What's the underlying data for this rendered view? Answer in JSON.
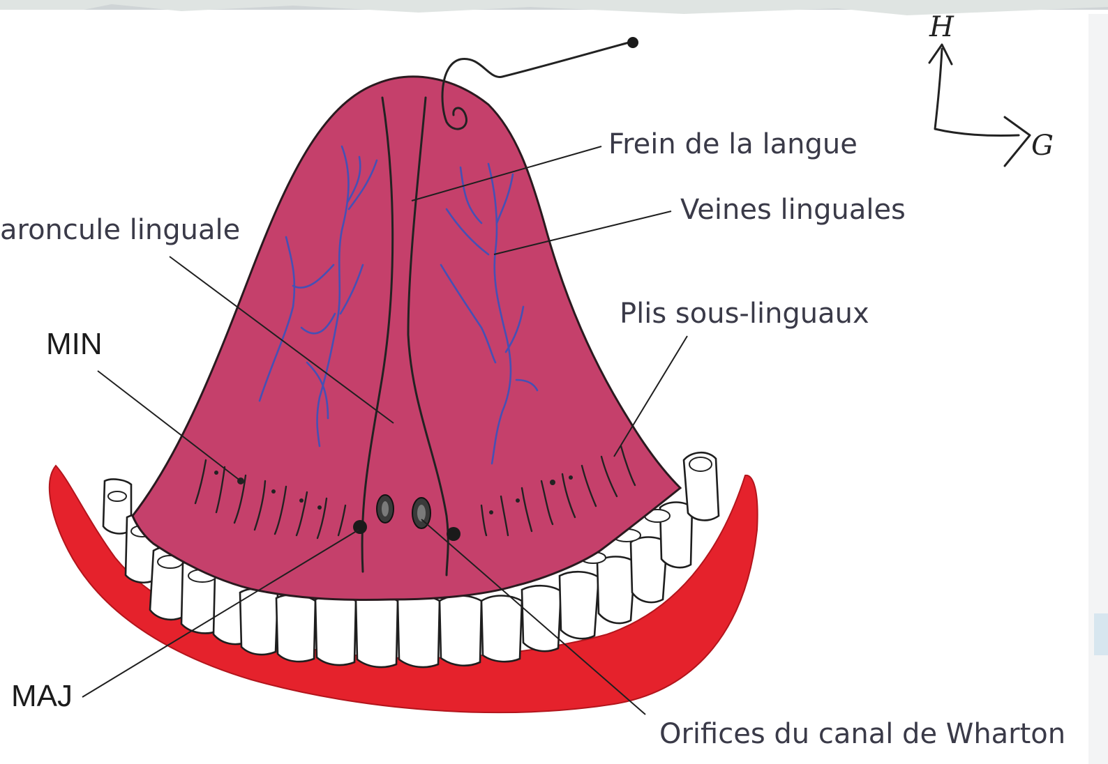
{
  "labels": {
    "frein": "Frein de la langue",
    "veines": "Veines linguales",
    "caroncule": "aroncule linguale",
    "plis": "Plis sous-linguaux",
    "min": "MIN",
    "maj": "MAJ",
    "wharton": "Orifices du canal de Wharton"
  },
  "orientation": {
    "up": "H",
    "right": "G"
  },
  "colors": {
    "tongue": "#c5406b",
    "lip": "#e5222c",
    "vein": "#4650b4",
    "label_text": "#3a3a48"
  }
}
